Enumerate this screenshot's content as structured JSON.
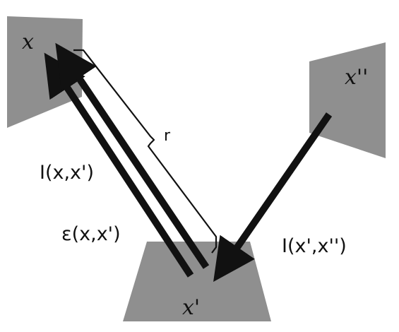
{
  "diagram": {
    "surfaces": {
      "x": {
        "label": "x",
        "fill": "#8f8f8f"
      },
      "x_prime": {
        "label": "x'",
        "fill": "#8f8f8f"
      },
      "x_double_prime": {
        "label": "x''",
        "fill": "#8f8f8f"
      }
    },
    "labels": {
      "intensity_x_xprime": "I(x,x')",
      "emission_x_xprime": "ε(x,x')",
      "intensity_xprime_xdoubleprime": "I(x',x'')",
      "distance": "r"
    },
    "colors": {
      "arrow": "#111111",
      "background": "#ffffff"
    }
  }
}
